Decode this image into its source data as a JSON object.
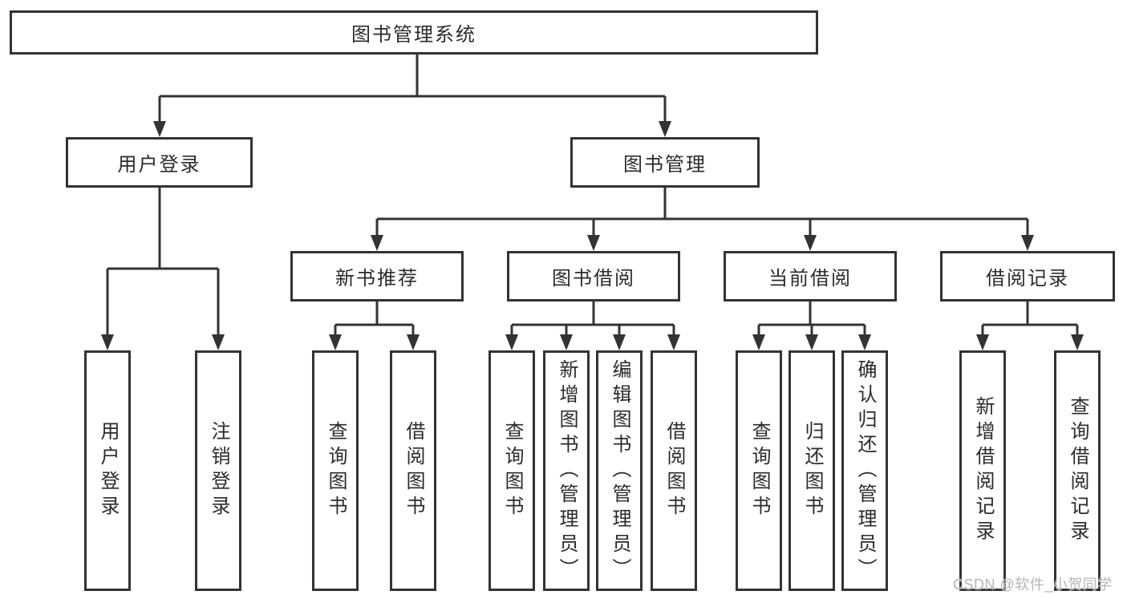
{
  "tree": {
    "root": {
      "label": "图书管理系统"
    },
    "branches": [
      {
        "label": "用户登录",
        "children": [
          {
            "label": "用户登录"
          },
          {
            "label": "注销登录"
          }
        ]
      },
      {
        "label": "图书管理",
        "children": [
          {
            "label": "新书推荐",
            "children": [
              {
                "label": "查询图书"
              },
              {
                "label": "借阅图书"
              }
            ]
          },
          {
            "label": "图书借阅",
            "children": [
              {
                "label": "查询图书"
              },
              {
                "label": "新增图书（管理员）"
              },
              {
                "label": "编辑图书（管理员）"
              },
              {
                "label": "借阅图书"
              }
            ]
          },
          {
            "label": "当前借阅",
            "children": [
              {
                "label": "查询图书"
              },
              {
                "label": "归还图书"
              },
              {
                "label": "确认归还（管理员）"
              }
            ]
          },
          {
            "label": "借阅记录",
            "children": [
              {
                "label": "新增借阅记录"
              },
              {
                "label": "查询借阅记录"
              }
            ]
          }
        ]
      }
    ]
  },
  "watermark": {
    "text": "CSDN @软件_小贺同学"
  },
  "colors": {
    "line": "#333333",
    "box_border": "#333333",
    "box_background": "#ffffff",
    "text": "#2b2b2b",
    "watermark": "#b5b5b5"
  }
}
